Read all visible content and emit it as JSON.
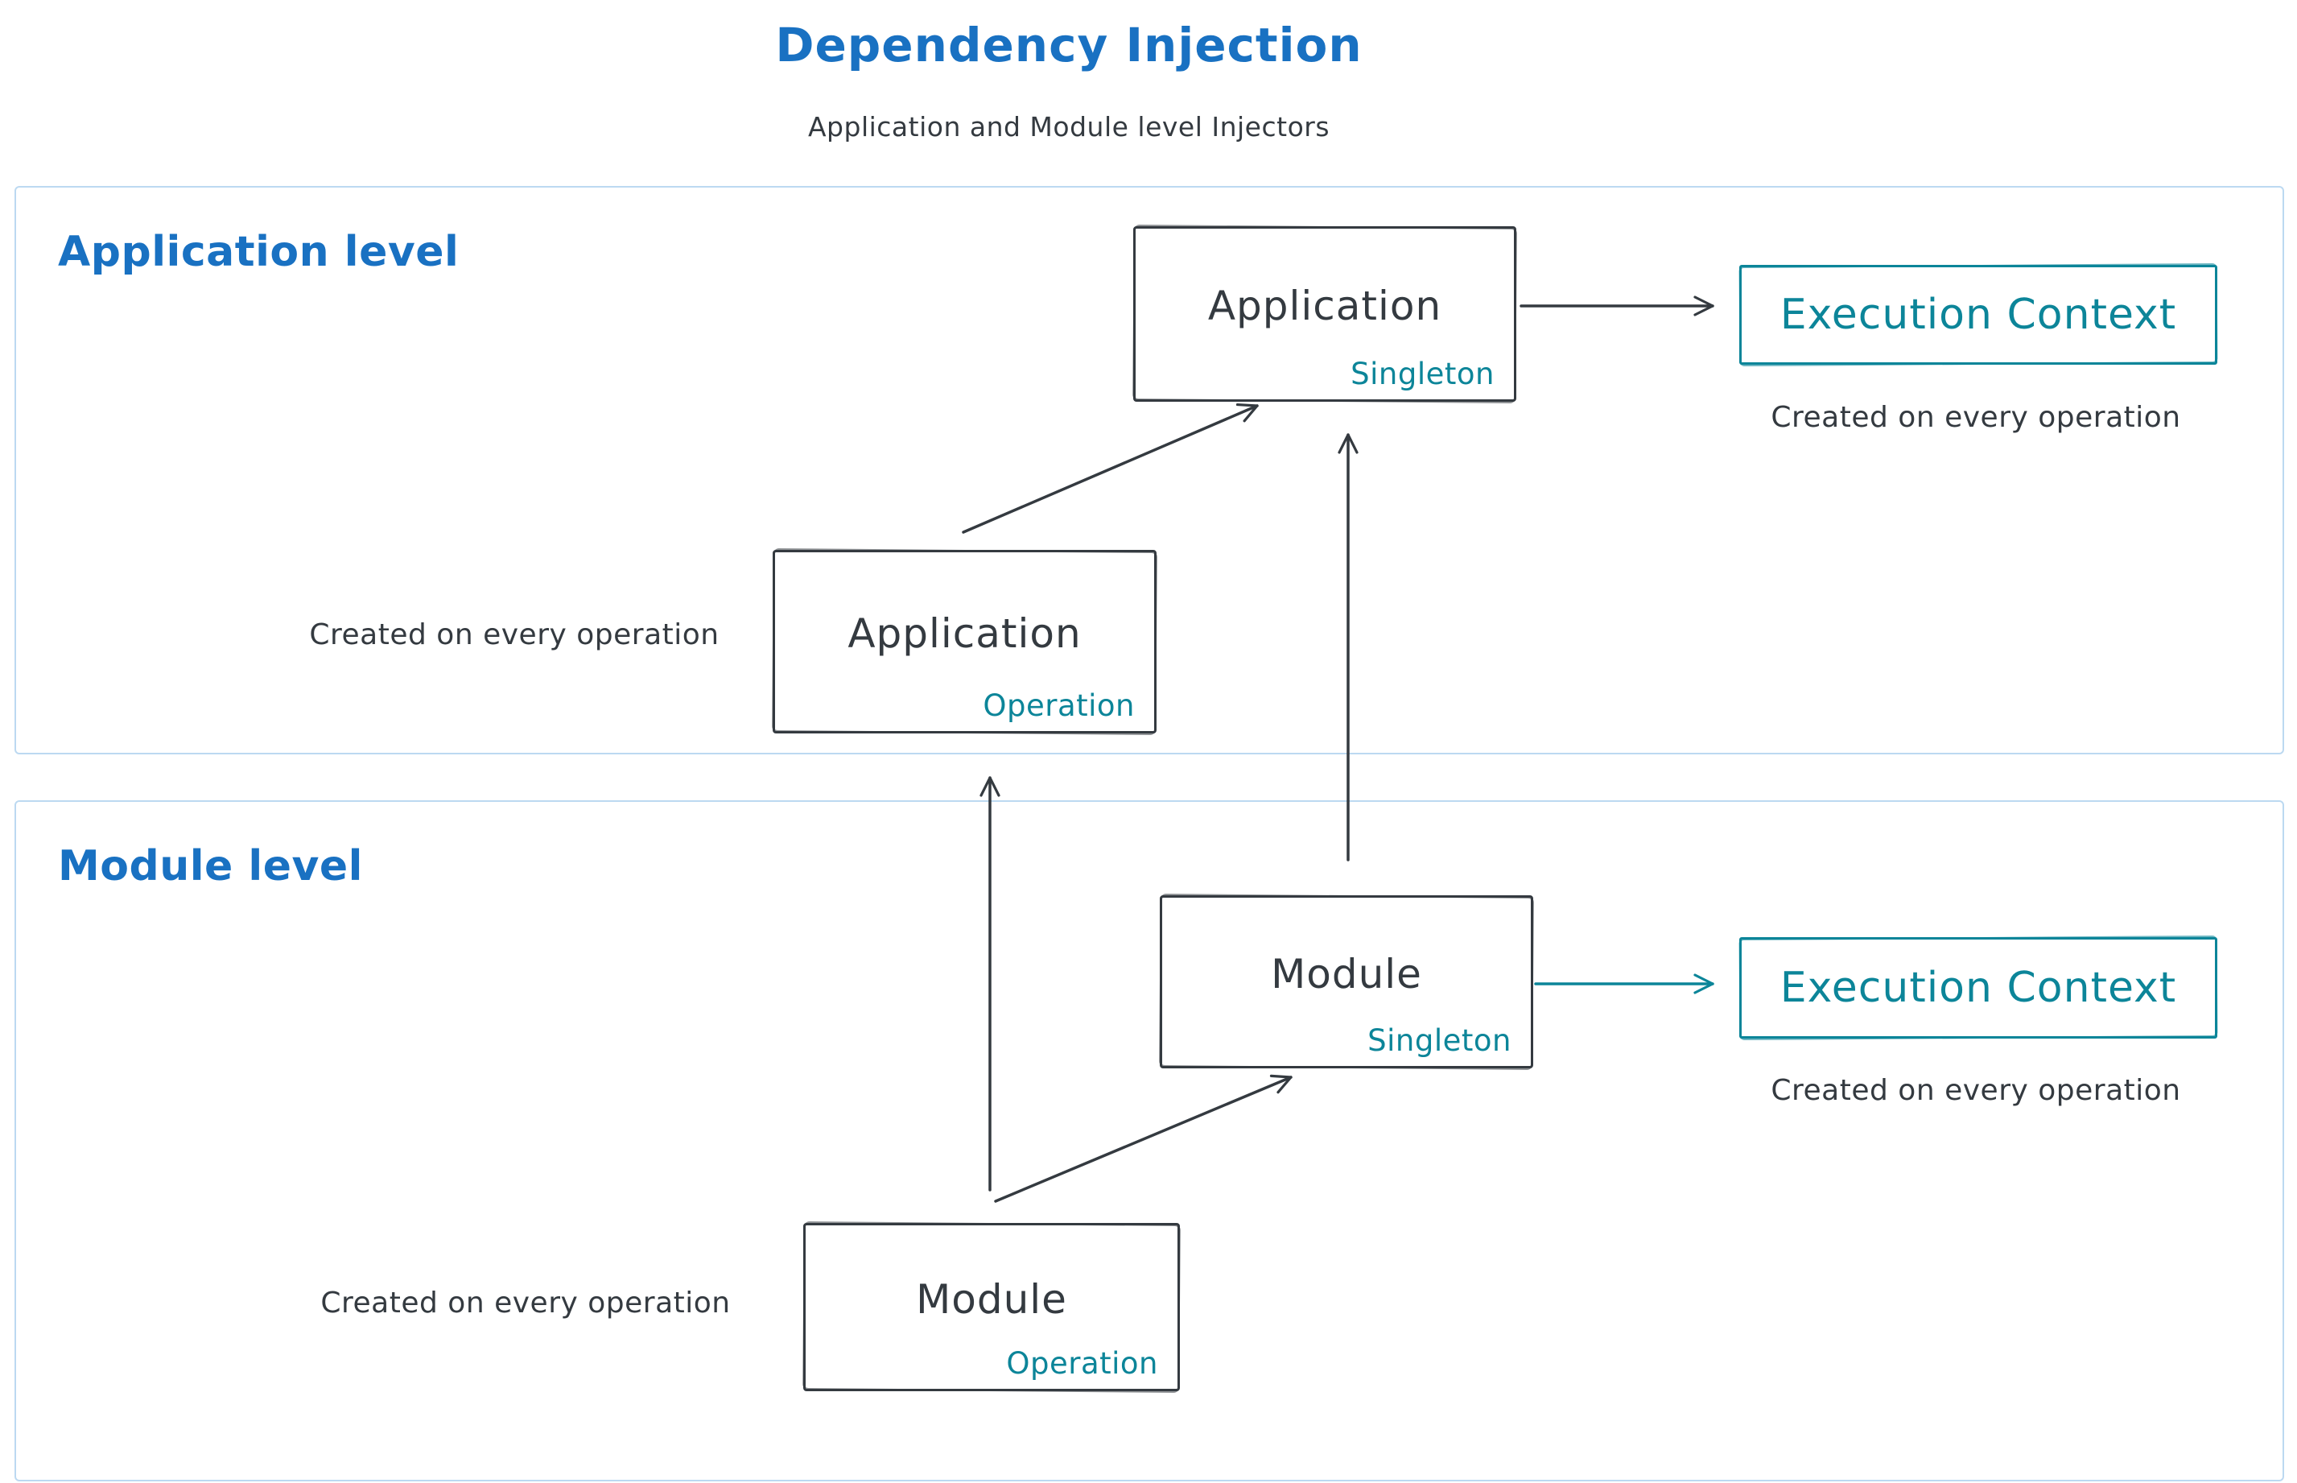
{
  "title": "Dependency Injection",
  "subtitle": "Application and Module level Injectors",
  "colors": {
    "heading_blue": "#1971c2",
    "teal": "#0c8599",
    "dark": "#343a40",
    "section_border": "#bcd9f1"
  },
  "application_level": {
    "label": "Application level",
    "singleton_box": {
      "title": "Application",
      "tag": "Singleton"
    },
    "operation_box": {
      "title": "Application",
      "tag": "Operation",
      "note": "Created on every operation"
    },
    "execution_context": {
      "label": "Execution Context",
      "note": "Created on every operation"
    }
  },
  "module_level": {
    "label": "Module level",
    "singleton_box": {
      "title": "Module",
      "tag": "Singleton"
    },
    "operation_box": {
      "title": "Module",
      "tag": "Operation",
      "note": "Created on every operation"
    },
    "execution_context": {
      "label": "Execution Context",
      "note": "Created on every operation"
    }
  }
}
